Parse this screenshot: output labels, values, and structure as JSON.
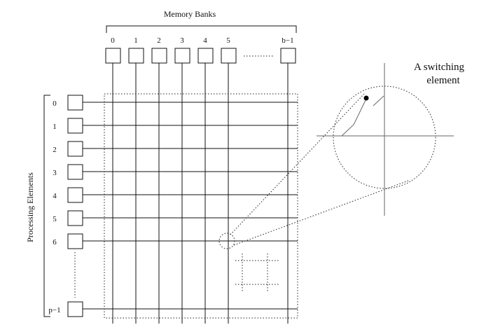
{
  "memory_banks": {
    "title": "Memory Banks",
    "labels": [
      "0",
      "1",
      "2",
      "3",
      "4",
      "5",
      "b−1"
    ]
  },
  "processing_elements": {
    "title": "Processing Elements",
    "labels": [
      "0",
      "1",
      "2",
      "3",
      "4",
      "5",
      "6",
      "p−1"
    ]
  },
  "switch_callout": {
    "line1": "A switching",
    "line2": "element"
  }
}
